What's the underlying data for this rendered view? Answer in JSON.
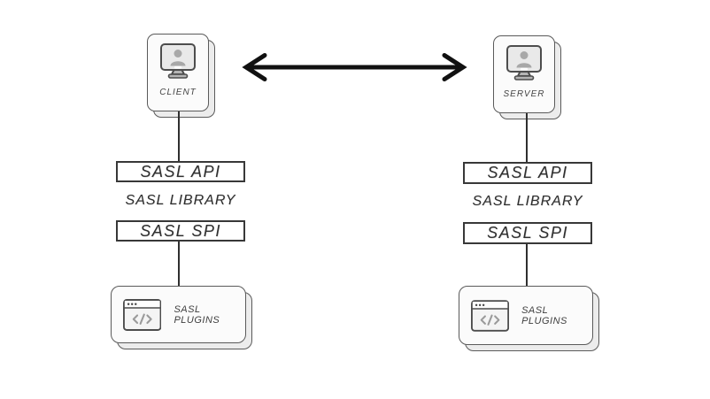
{
  "colors": {
    "background": "#ffffff",
    "card_fill": "#fbfbfb",
    "card_back_fill": "#ececec",
    "card_border": "#5a5a5a",
    "box_border": "#383838",
    "text": "#2e2e2e",
    "arrow": "#111111",
    "icon_gray": "#a8a8a8"
  },
  "icons": {
    "client_node": "monitor-user-icon",
    "server_node": "monitor-user-icon",
    "plugins": "code-window-icon",
    "link": "double-headed-arrow-icon"
  },
  "columns": [
    {
      "id": "client",
      "node_label": "CLIENT",
      "api_label": "SASL API",
      "library_label": "SASL LIBRARY",
      "spi_label": "SASL SPI",
      "plugins_label": "SASL PLUGINS"
    },
    {
      "id": "server",
      "node_label": "SERVER",
      "api_label": "SASL API",
      "library_label": "SASL LIBRARY",
      "spi_label": "SASL SPI",
      "plugins_label": "SASL PLUGINS"
    }
  ]
}
